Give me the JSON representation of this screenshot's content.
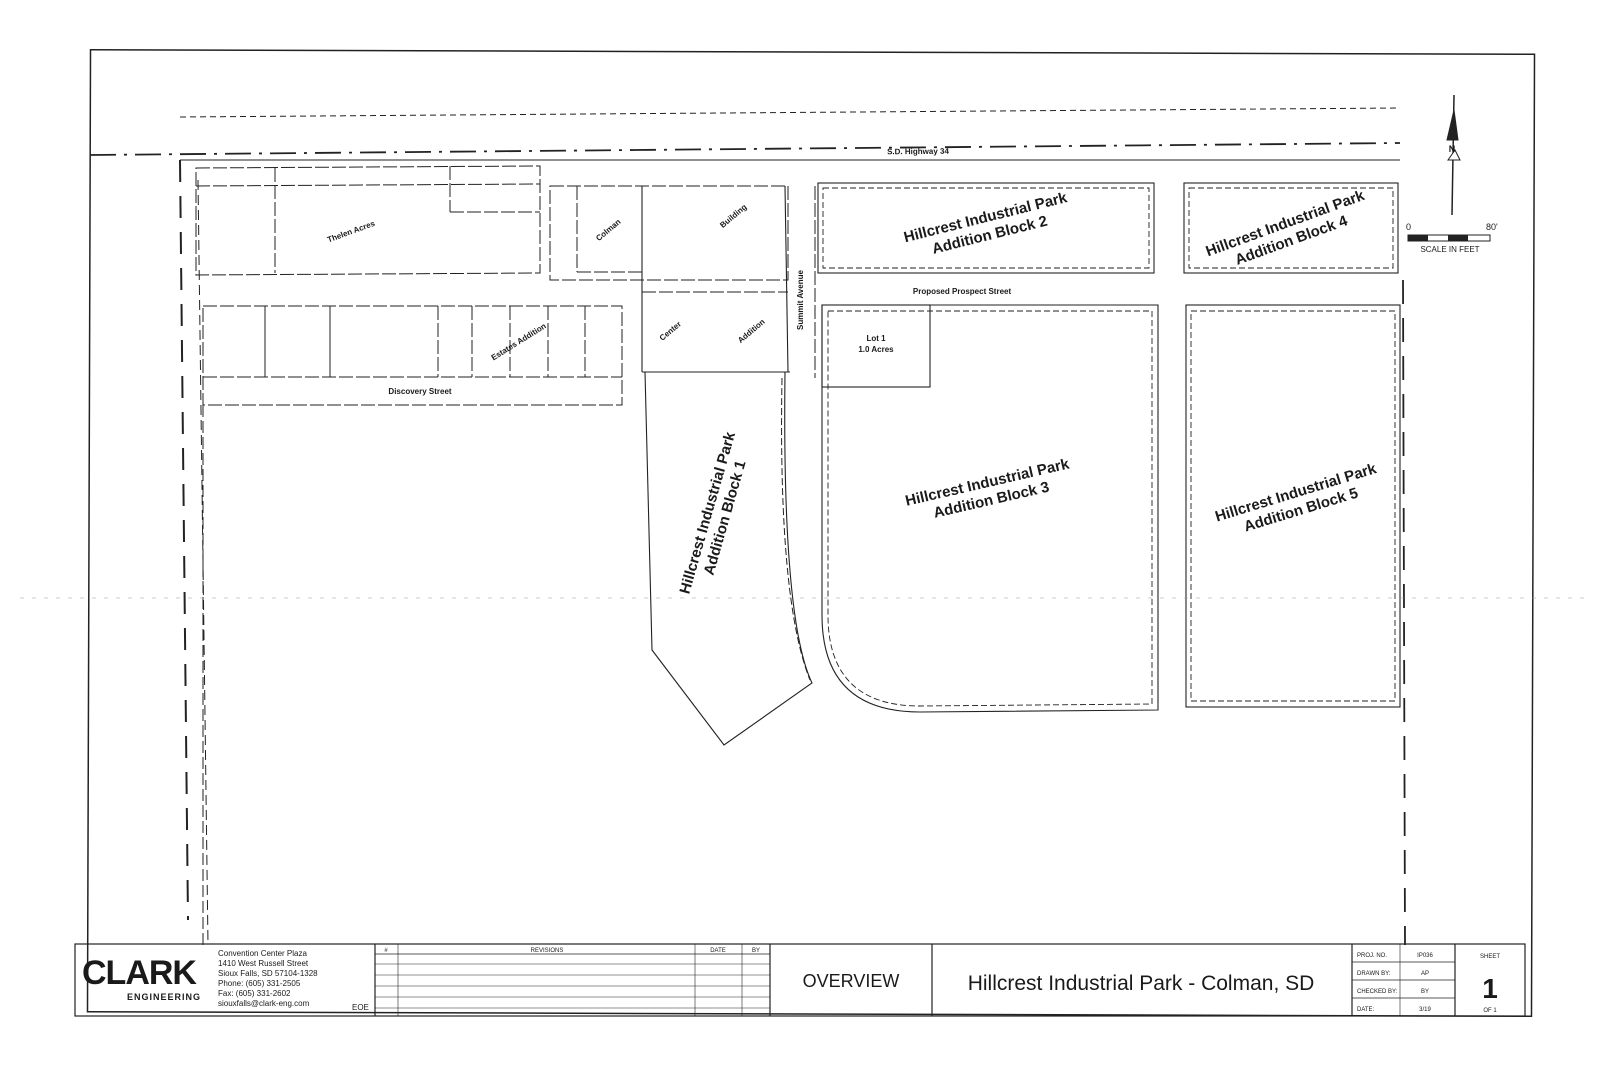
{
  "map": {
    "highway": "S.D. Highway 34",
    "thelen": "Thelen Acres",
    "colman": "Colman",
    "building": "Building",
    "center": "Center",
    "addition": "Addition",
    "estates": "Estates Addition",
    "discovery": "Discovery Street",
    "summit": "Summit Avenue",
    "prospect": "Proposed Prospect Street",
    "lot1_line1": "Lot 1",
    "lot1_line2": "1.0 Acres",
    "block_name": "Hillcrest Industrial Park",
    "block1": "Addition Block 1",
    "block2": "Addition Block 2",
    "block3": "Addition Block 3",
    "block4": "Addition Block 4",
    "block5": "Addition Block 5",
    "north": "N",
    "scale_start": "0",
    "scale_end": "80'",
    "scale_label": "SCALE IN FEET"
  },
  "title_block": {
    "logo_main": "CLARK",
    "logo_sub": "ENGINEERING",
    "address": [
      "Convention Center Plaza",
      "1410 West Russell Street",
      "Sioux Falls, SD 57104-1328",
      "Phone: (605) 331-2505",
      "Fax: (605) 331-2602",
      "siouxfalls@clark-eng.com"
    ],
    "office_code": "EOE",
    "rev_hash": "#",
    "rev_header": "REVISIONS",
    "rev_date": "DATE",
    "rev_by": "BY",
    "overview": "OVERVIEW",
    "project_title": "Hillcrest Industrial Park - Colman, SD",
    "proj_no_label": "PROJ. NO.",
    "proj_no_value": "IP036",
    "drawn_label": "DRAWN BY:",
    "drawn_value": "AP",
    "checked_label": "CHECKED BY:",
    "checked_value": "BY",
    "date_label": "DATE:",
    "date_value": "3/19",
    "sheet_label": "SHEET",
    "sheet_num": "1",
    "sheet_of": "OF 1"
  }
}
